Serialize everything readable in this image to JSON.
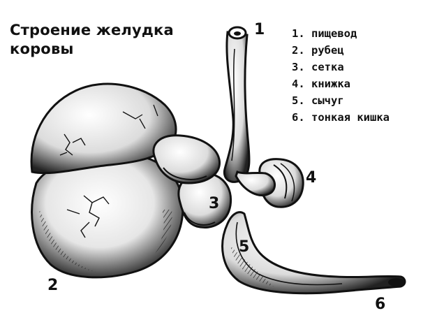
{
  "title": [
    "Строение желудка",
    "коровы"
  ],
  "legend": [
    "1. пищевод",
    "2. рубец",
    "3. сетка",
    "4. книжка",
    "5. сычуг",
    "6. тонкая кишка"
  ],
  "callouts": [
    "1",
    "2",
    "3",
    "4",
    "5",
    "6"
  ],
  "colors": {
    "ink": "#111111",
    "organ_fill": "#f3f3f3",
    "background": "#ffffff"
  }
}
